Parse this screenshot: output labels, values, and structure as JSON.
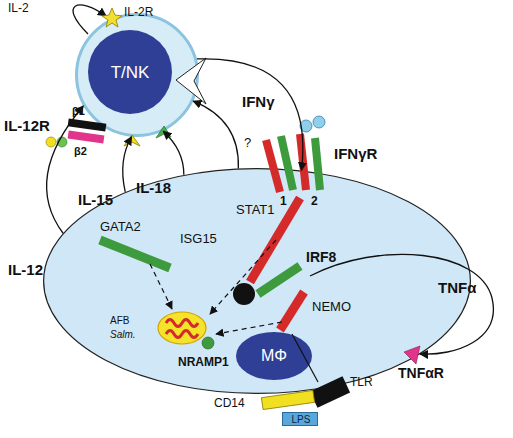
{
  "diagram": {
    "nodes": [
      {
        "text": [
          "T/NK"
        ]
      },
      {
        "text": [
          "MΦ"
        ]
      },
      {
        "text": [
          "LPS"
        ]
      }
    ],
    "edges": [
      {
        "from": 1,
        "to": 0,
        "label": "IL-12",
        "arrow": "to"
      },
      {
        "from": 0,
        "to": 1,
        "label": "IFNγ",
        "arrow": "to"
      },
      {
        "from": 1,
        "to": 0,
        "label": "IL-15",
        "arrow": "to"
      },
      {
        "from": 1,
        "to": 0,
        "label": "IL-18",
        "arrow": "to"
      },
      {
        "from": 1,
        "to": 0,
        "label": "?",
        "arrow": "to"
      }
    ],
    "labels": [
      "IL-2",
      "IL-2R",
      "IL-12R",
      "β1",
      "β2",
      "IFNγR",
      "1",
      "2",
      "STAT1",
      "GATA2",
      "ISG15",
      "IRF8",
      "NEMO",
      "AFB",
      "Salm.",
      "NRAMP1",
      "TNFα",
      "TNFαR",
      "TLR",
      "CD14"
    ]
  }
}
